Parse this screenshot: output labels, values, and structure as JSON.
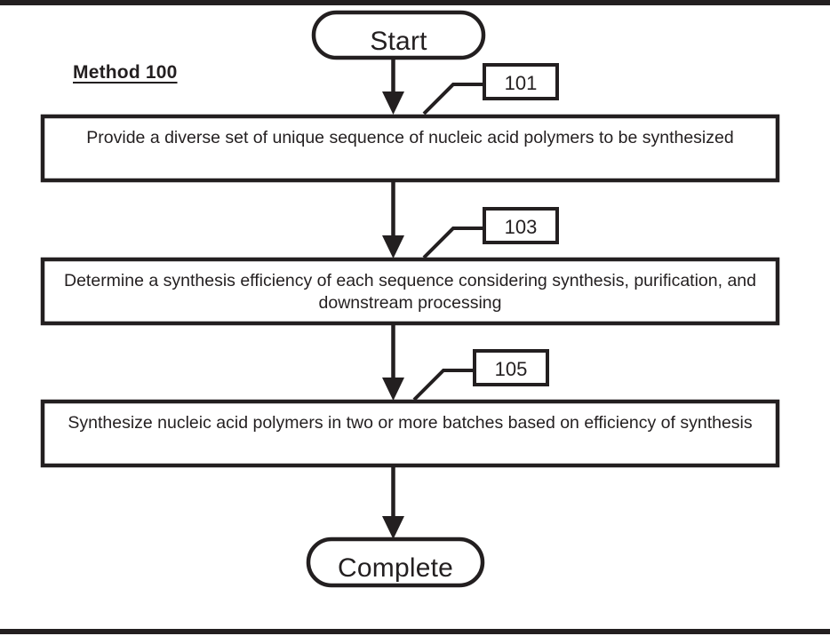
{
  "page": {
    "title": "Method 100 Flowchart",
    "background_color": "#ffffff",
    "ink_color": "#231f20",
    "frame": {
      "top_bar": true,
      "bottom_bar": true
    }
  },
  "diagram": {
    "label": "Method 100",
    "type": "flowchart",
    "orientation": "top-to-bottom",
    "start": {
      "label": "Start",
      "shape": "rounded-terminator"
    },
    "end": {
      "label": "Complete",
      "shape": "rounded-terminator"
    },
    "steps": [
      {
        "ref": "101",
        "text": "Provide a diverse set of unique sequence of nucleic acid polymers to be synthesized",
        "line1": "Provide a diverse set of unique sequence of nucleic acid polymers to",
        "line2": "be synthesized",
        "shape": "rectangle"
      },
      {
        "ref": "103",
        "text": "Determine a synthesis efficiency of each sequence considering synthesis, purification, and downstream processing",
        "line1": "Determine a synthesis efficiency of each sequence considering",
        "line2": "synthesis, purification, and downstream processing",
        "shape": "rectangle"
      },
      {
        "ref": "105",
        "text": "Synthesize nucleic acid polymers in two or more batches based on efficiency of synthesis",
        "line1": "Synthesize nucleic acid polymers in two or more batches based on",
        "line2": "efficiency of synthesis",
        "shape": "rectangle"
      }
    ],
    "connectors": [
      {
        "from": "start",
        "to": "101",
        "arrow": "down"
      },
      {
        "from": "101",
        "to": "103",
        "arrow": "down"
      },
      {
        "from": "103",
        "to": "105",
        "arrow": "down"
      },
      {
        "from": "105",
        "to": "end",
        "arrow": "down"
      }
    ]
  }
}
